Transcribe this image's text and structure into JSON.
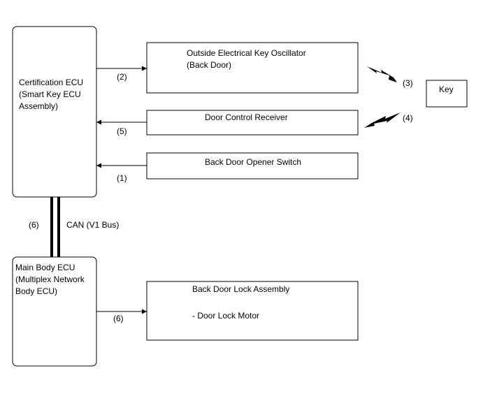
{
  "blocks": {
    "cert_ecu": [
      "Certification ECU",
      "(Smart Key ECU",
      "Assembly)"
    ],
    "oscillator": [
      "Outside Electrical Key Oscillator",
      "(Back Door)"
    ],
    "receiver": [
      "Door Control Receiver"
    ],
    "opener_switch": [
      "Back Door Opener Switch"
    ],
    "key": [
      "Key"
    ],
    "main_body_ecu": [
      "Main Body ECU",
      "(Multiplex Network",
      "Body ECU)"
    ],
    "lock_assembly": [
      "Back Door Lock Assembly",
      "- Door Lock Motor"
    ]
  },
  "signals": {
    "s1": "(1)",
    "s2": "(2)",
    "s3": "(3)",
    "s4": "(4)",
    "s5": "(5)",
    "s6_bus": "(6)",
    "s6_lock": "(6)"
  },
  "bus": {
    "label": "CAN (V1 Bus)"
  }
}
